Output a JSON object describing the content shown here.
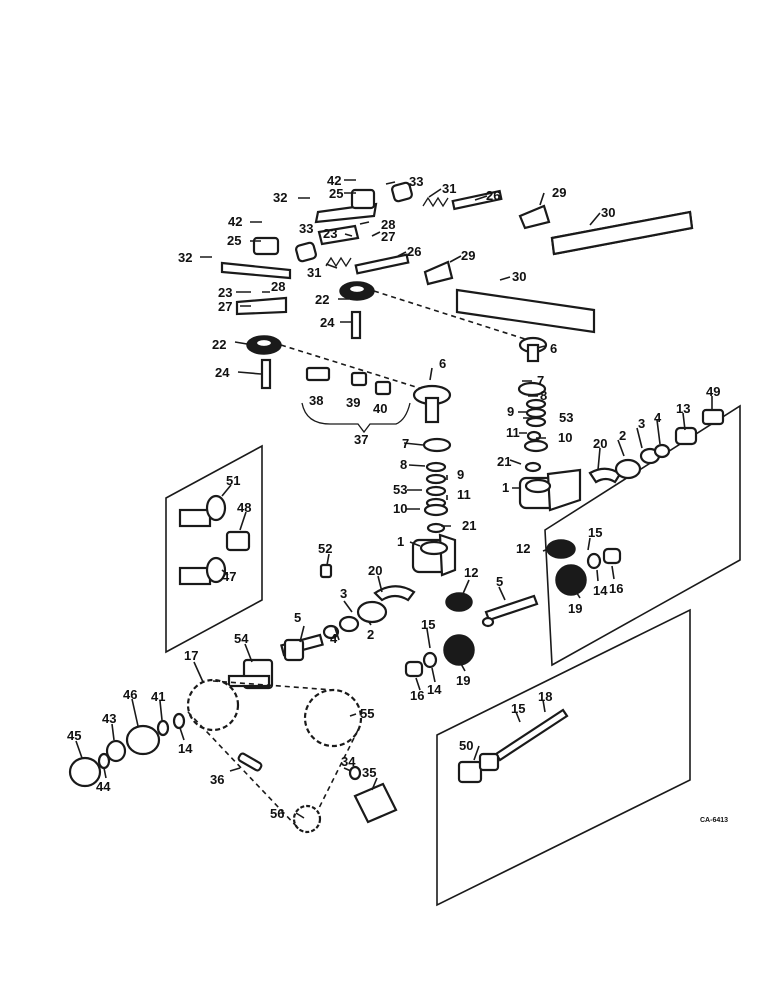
{
  "figure_code": "CA-6413",
  "callouts": {
    "c1a": "1",
    "c1b": "1",
    "c2a": "2",
    "c2b": "2",
    "c3a": "3",
    "c3b": "3",
    "c4a": "4",
    "c4b": "4",
    "c5a": "5",
    "c5b": "5",
    "c6a": "6",
    "c6b": "6",
    "c7a": "7",
    "c7b": "7",
    "c8a": "8",
    "c8b": "8",
    "c9a": "9",
    "c9b": "9",
    "c10a": "10",
    "c10b": "10",
    "c11a": "11",
    "c11b": "11",
    "c12a": "12",
    "c12b": "12",
    "c13": "13",
    "c14a": "14",
    "c14b": "14",
    "c14c": "14",
    "c15a": "15",
    "c15b": "15",
    "c15c": "15",
    "c16a": "16",
    "c16b": "16",
    "c17": "17",
    "c18": "18",
    "c19a": "19",
    "c19b": "19",
    "c20a": "20",
    "c20b": "20",
    "c21a": "21",
    "c21b": "21",
    "c22a": "22",
    "c22b": "22",
    "c23a": "23",
    "c23b": "23",
    "c24a": "24",
    "c24b": "24",
    "c25a": "25",
    "c25b": "25",
    "c26a": "26",
    "c26b": "26",
    "c27a": "27",
    "c27b": "27",
    "c28a": "28",
    "c28b": "28",
    "c29a": "29",
    "c29b": "29",
    "c30a": "30",
    "c30b": "30",
    "c31a": "31",
    "c31b": "31",
    "c32a": "32",
    "c32b": "32",
    "c33a": "33",
    "c33b": "33",
    "c34": "34",
    "c35": "35",
    "c36": "36",
    "c37": "37",
    "c38": "38",
    "c39": "39",
    "c40": "40",
    "c41": "41",
    "c42a": "42",
    "c42b": "42",
    "c43": "43",
    "c44": "44",
    "c45": "45",
    "c46": "46",
    "c47": "47",
    "c48": "48",
    "c49": "49",
    "c50": "50",
    "c51": "51",
    "c52": "52",
    "c53a": "53",
    "c53b": "53",
    "c54": "54",
    "c55": "55",
    "c56": "56"
  }
}
